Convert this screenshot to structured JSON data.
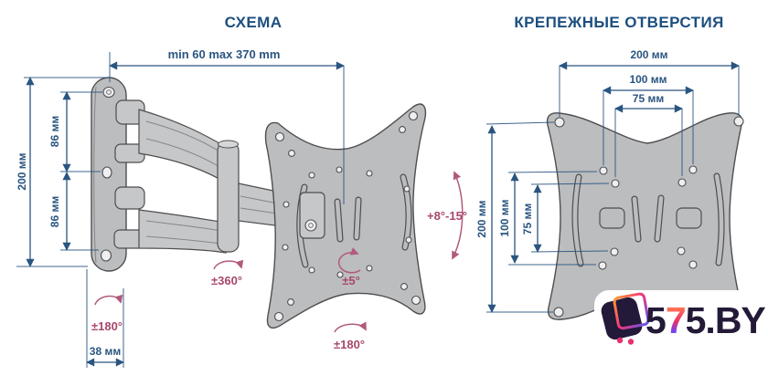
{
  "titles": {
    "left": "СХЕМА",
    "right": "КРЕПЕЖНЫЕ ОТВЕРСТИЯ"
  },
  "left_diagram": {
    "dim_extension": "min 60 max 370 mm",
    "dim_height": "200 мм",
    "dim_hole_spacing_top": "86 мм",
    "dim_hole_spacing_bottom": "86 мм",
    "dim_depth": "38 мм",
    "rot_wall_swivel": "±180°",
    "rot_arm_swivel": "±360°",
    "rot_plate_rotation": "±5°",
    "rot_plate_swivel": "±180°",
    "rot_tilt": "+8°-15°"
  },
  "right_diagram": {
    "dim_width_200": "200 мм",
    "dim_width_100": "100 мм",
    "dim_width_75": "75 мм",
    "dim_height_200": "200 мм",
    "dim_height_100": "100 мм",
    "dim_height_75": "75 мм"
  },
  "logo": {
    "p1": "5",
    "p2": "7",
    "p3": "5.BY"
  },
  "colors": {
    "title": "#1d4f80",
    "dimension": "#2a5580",
    "rotation": "#a8476d",
    "plate_fill": "#bcbdbf",
    "plate_stroke": "#4e4e50",
    "logo_text": "#241a38",
    "logo_gradient_top": "#ffaa3a",
    "logo_gradient_bottom": "#3e8ef5",
    "background": "#ffffff"
  }
}
